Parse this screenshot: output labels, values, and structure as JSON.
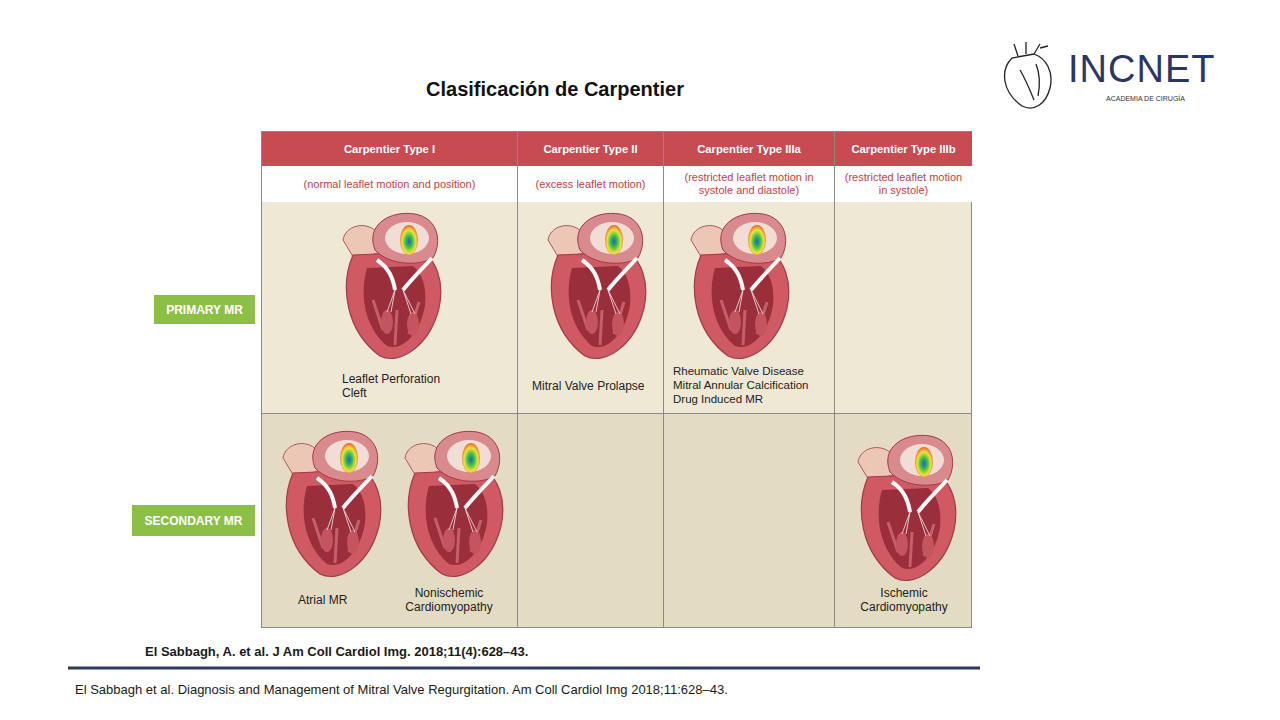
{
  "diagram": {
    "title": "Clasificación de Carpentier",
    "caption": "El Sabbagh et al. Diagnosis and Management of Mitral Valve Regurgitation. Am Coll Cardiol Img 2018;11:628–43.",
    "nodes": [
      {
        "text": [
          "Carpentier Type I",
          "(normal leaflet motion and position)"
        ]
      },
      {
        "text": [
          "Carpentier Type II",
          "(excess leaflet motion)"
        ]
      },
      {
        "text": [
          "Carpentier Type IIIa",
          "(restricted leaflet motion in systole and diastole)"
        ]
      },
      {
        "text": [
          "Carpentier Type IIIb",
          "(restricted leaflet motion in systole)"
        ]
      },
      {
        "text": [
          "PRIMARY MR"
        ]
      },
      {
        "text": [
          "SECONDARY MR"
        ]
      }
    ],
    "labels": [
      "Leaflet Perforation",
      "Cleft",
      "Mitral Valve Prolapse",
      "Rheumatic Valve Disease",
      "Mitral Annular Calcification",
      "Drug Induced MR",
      "Atrial MR",
      "Nonischemic Cardiomyopathy",
      "Ischemic Cardiomyopathy",
      "El Sabbagh, A. et al. J Am Coll Cardiol Img. 2018;11(4):628–43.",
      "INCNET",
      "ACADEMIA DE CIRUGÍA"
    ]
  }
}
